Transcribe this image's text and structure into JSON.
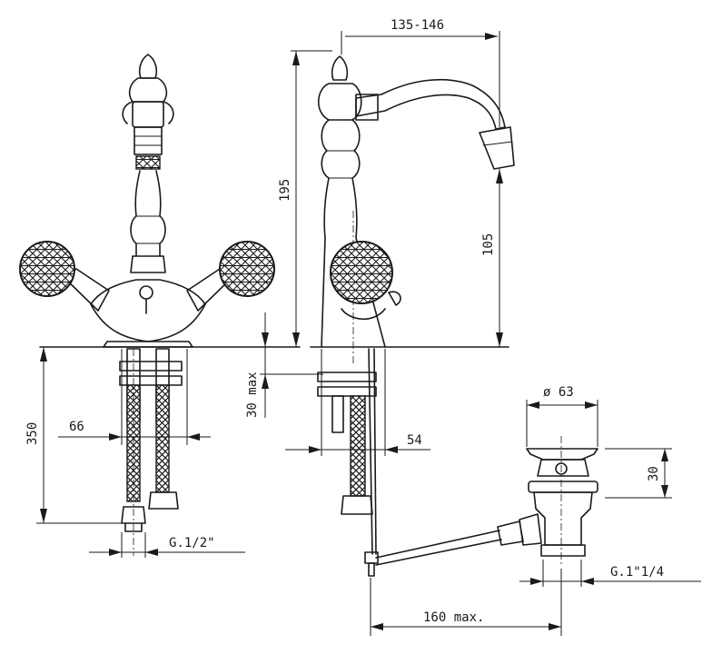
{
  "dimensions": {
    "spout_reach": "135-146",
    "body_height": "195",
    "spout_height": "105",
    "hose_length": "350",
    "hose_spacing": "66",
    "deck_thickness": "30 max",
    "stem_diameter": "54",
    "hose_thread": "G.1/2\"",
    "drain_diameter": "ø 63",
    "drain_height": "30",
    "drain_thread": "G.1\"1/4",
    "rod_length": "160 max."
  }
}
